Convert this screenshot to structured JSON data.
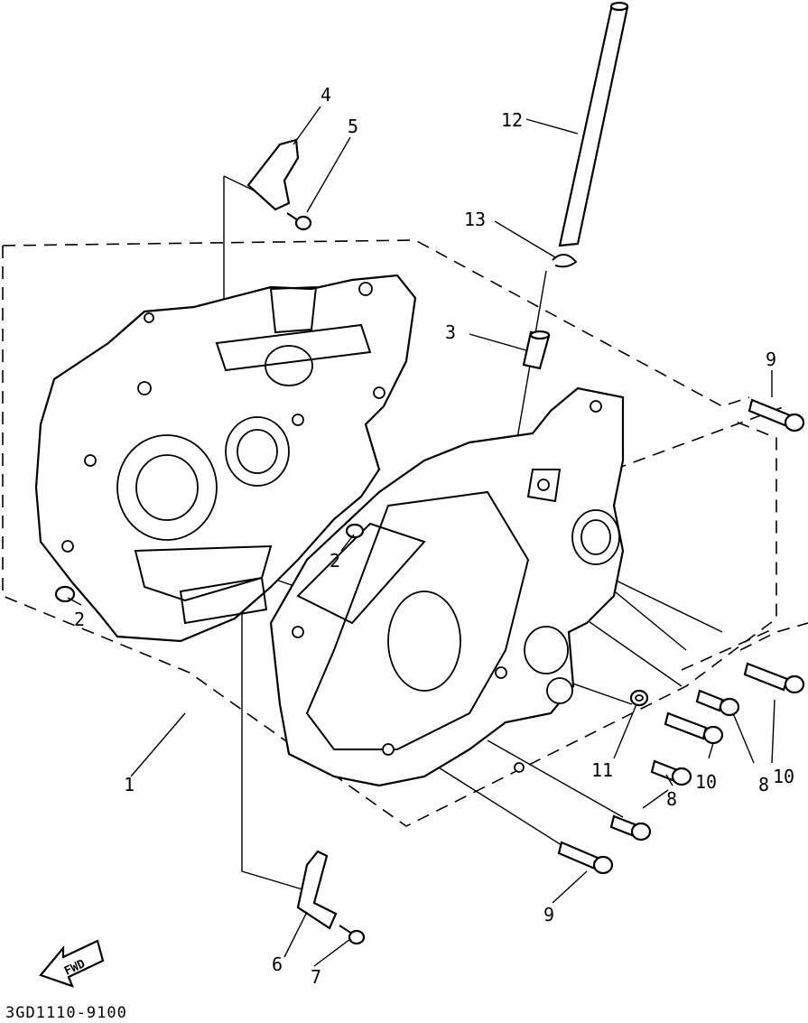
{
  "diagram_code": "3GD1110-9100",
  "fwd_arrow_label": "FWD",
  "callouts": [
    "1",
    "2",
    "2",
    "3",
    "4",
    "5",
    "6",
    "7",
    "8",
    "8",
    "9",
    "9",
    "10",
    "10",
    "11",
    "12",
    "13"
  ]
}
